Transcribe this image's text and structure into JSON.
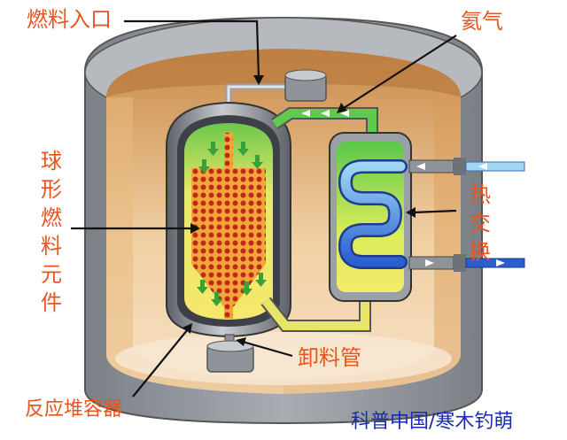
{
  "labels": {
    "fuel_inlet": "燃料入口",
    "helium": "氦气",
    "spherical_fuel": [
      "球",
      "形",
      "燃",
      "料",
      "元",
      "件"
    ],
    "heat_exchange": [
      "热",
      "交",
      "换"
    ],
    "discharge_pipe": "卸料管",
    "reactor_vessel": "反应堆容器"
  },
  "credit": "科普中国/寒木钓萌",
  "colors": {
    "label_text": "#e8541e",
    "credit_text": "#1a2bb0",
    "coolant_green": "#5ac84a",
    "fuel_pebbles": "#c0281a",
    "core_fill": "#f2a63a",
    "containment_gray": "#8f949a"
  }
}
